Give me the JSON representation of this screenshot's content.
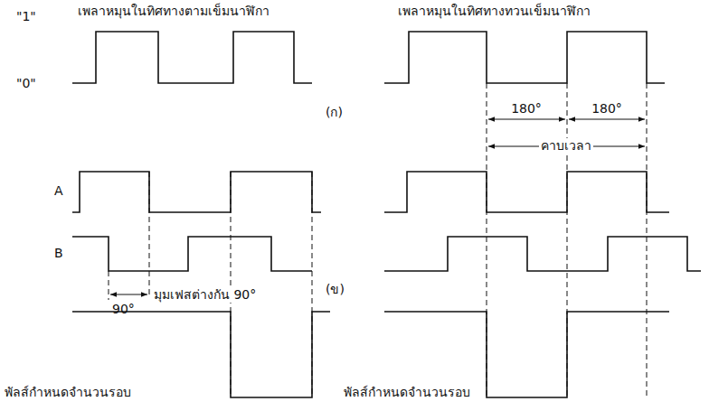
{
  "diagram": {
    "labels": [
      "\"1\"",
      "\"0\"",
      "เพลาหมุนในทิศทางตามเข็มนาฬิกา",
      "เพลาหมุนในทิศทางทวนเข็มนาฬิกา",
      "(ก)",
      "180°",
      "180°",
      "คาบเวลา",
      "A",
      "B",
      "90°",
      "มุมเฟสต่างกัน 90°",
      "(ข)",
      "พัลส์กำหนดจำนวนรอบ",
      "พัลส์กำหนดจำนวนรอบ"
    ]
  }
}
